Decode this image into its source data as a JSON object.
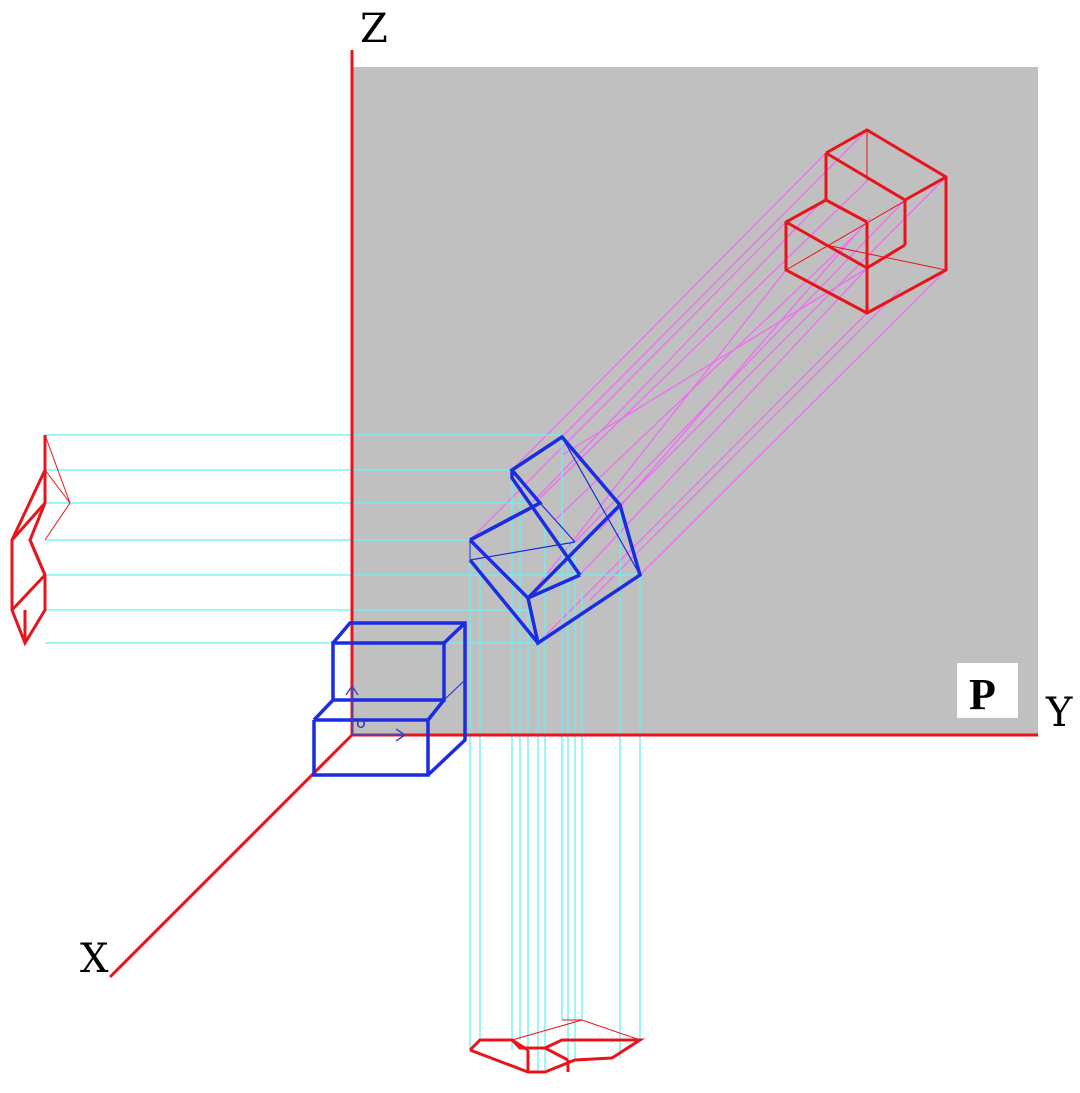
{
  "axes": {
    "z_label": "Z",
    "y_label": "Y",
    "x_label": "X",
    "origin_label": "o"
  },
  "plane": {
    "label": "P",
    "fill_color": "#c0c0c0"
  },
  "colors": {
    "axis": "#e8141b",
    "projection_outline": "#e8141b",
    "object_outline": "#1a2de0",
    "orthographic_projectors": "#66f2f5",
    "oblique_projectors": "#ef6cf3"
  }
}
